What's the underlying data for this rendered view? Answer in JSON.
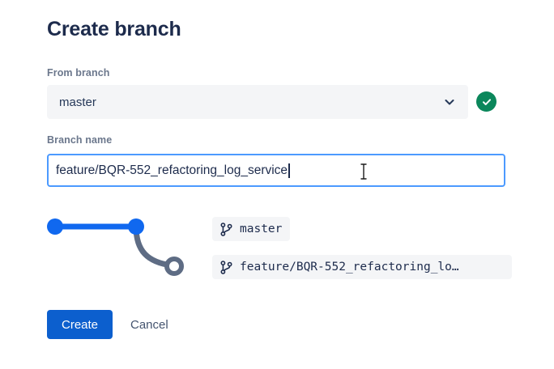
{
  "dialog": {
    "title": "Create branch"
  },
  "from_branch": {
    "label": "From branch",
    "value": "master",
    "chevron_icon": "chevron-down-icon",
    "valid_icon": "check-icon",
    "valid_color": "#0b875b",
    "field_bg": "#f4f5f7"
  },
  "branch_name": {
    "label": "Branch name",
    "value": "feature/BQR-552_refactoring_log_service",
    "placeholder": "Branch name",
    "focus_border_color": "#4c9aff",
    "cursor_icon": "text-ibeam-cursor"
  },
  "graph": {
    "source_color": "#1068ef",
    "target_color": "#5e6c84",
    "nodes": [
      {
        "name": "commit-node-start",
        "type": "filled",
        "color": "#1068ef"
      },
      {
        "name": "commit-node-branch-point",
        "type": "filled",
        "color": "#1068ef"
      },
      {
        "name": "commit-node-new-branch",
        "type": "hollow",
        "color": "#5e6c84"
      }
    ]
  },
  "chips": [
    {
      "icon": "git-branch-icon",
      "label": "master",
      "full_label": "master"
    },
    {
      "icon": "git-branch-icon",
      "label": "feature/BQR-552_refactoring_lo…",
      "full_label": "feature/BQR-552_refactoring_log_service"
    }
  ],
  "actions": {
    "create_label": "Create",
    "cancel_label": "Cancel",
    "primary_color": "#0c5fce"
  }
}
